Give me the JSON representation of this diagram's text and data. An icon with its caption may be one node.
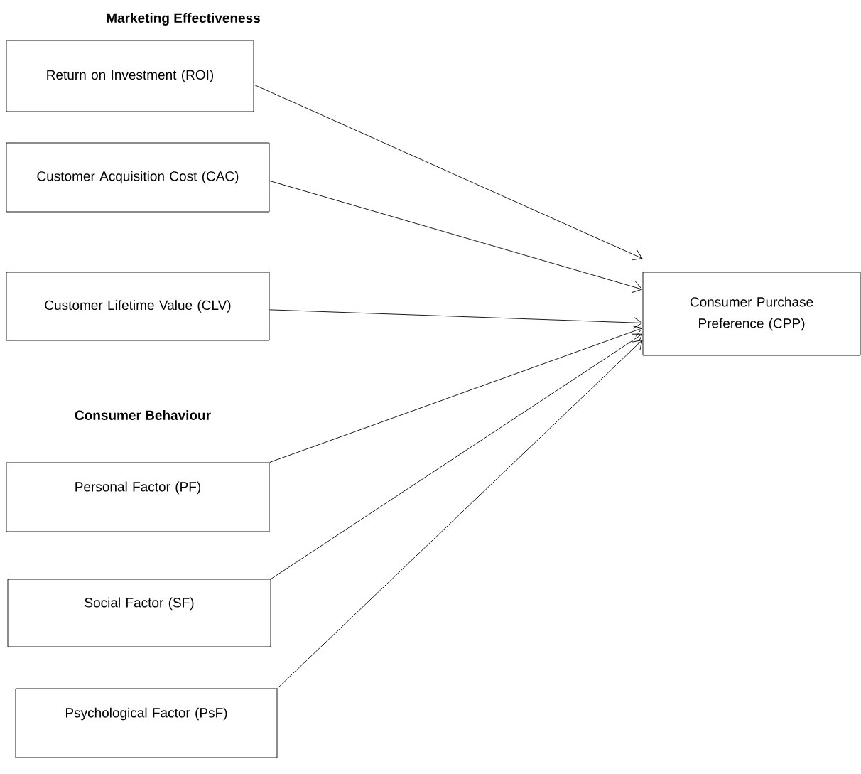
{
  "diagram": {
    "nodes": [
      {
        "text": [
          "Return on Investment (ROI)"
        ]
      },
      {
        "text": [
          "Customer Acquisition Cost (CAC)"
        ]
      },
      {
        "text": [
          "Customer Lifetime Value (CLV)"
        ]
      },
      {
        "text": [
          "Consumer Purchase Preference (CPP)"
        ]
      },
      {
        "text": [
          "Personal Factor (PF)"
        ]
      },
      {
        "text": [
          "Social Factor (SF)"
        ]
      },
      {
        "text": [
          "Psychological Factor (PsF)"
        ]
      }
    ],
    "edges": [
      {
        "from": 0,
        "to": 3,
        "arrow": "to"
      },
      {
        "from": 1,
        "to": 3,
        "arrow": "to"
      },
      {
        "from": 2,
        "to": 3,
        "arrow": "to"
      },
      {
        "from": 4,
        "to": 3,
        "arrow": "to"
      },
      {
        "from": 5,
        "to": 3,
        "arrow": "to"
      },
      {
        "from": 6,
        "to": 3,
        "arrow": "to"
      }
    ],
    "labels": [
      "Marketing Effectiveness",
      "Consumer Behaviour"
    ]
  }
}
